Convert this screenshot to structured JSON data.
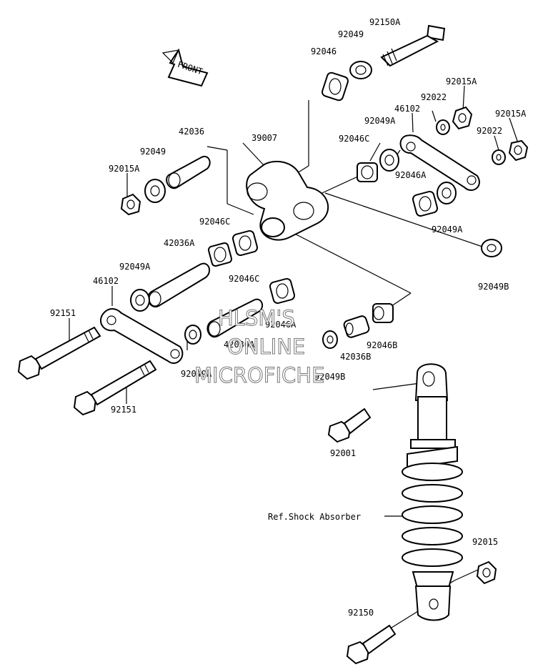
{
  "front_arrow": {
    "label": "FRONT"
  },
  "labels": {
    "l92150A": "92150A",
    "l92049_top": "92049",
    "l92046_top": "92046",
    "l92015A_top": "92015A",
    "l92022_top": "92022",
    "l46102_right": "46102",
    "l92049A_r": "92049A",
    "l92015A_r": "92015A",
    "l92022_r": "92022",
    "l42036": "42036",
    "l39007": "39007",
    "l92046C_r": "92046C",
    "l92049_left": "92049",
    "l92015A_left": "92015A",
    "l92046A_r": "92046A",
    "l92049A_r2": "92049A",
    "l92046C_mid": "92046C",
    "l42036A_top": "42036A",
    "l92046C_mid2": "92046C",
    "l92049A_left": "92049A",
    "l92049B_right": "92049B",
    "l46102_left": "46102",
    "l92151_top": "92151",
    "l92046A_mid": "92046A",
    "l42036A_mid": "42036A",
    "l92046B": "92046B",
    "l42036B": "42036B",
    "l92049B_mid": "92049B",
    "l92049A_bottom": "92049A",
    "l92151_bottom": "92151",
    "l92001": "92001",
    "l_shock": "Ref.Shock Absorber",
    "l92015": "92015",
    "l92150": "92150"
  },
  "watermark": {
    "line1": "HLSM'S",
    "line2": "ONLINE",
    "line3": "MICROFICHE"
  }
}
